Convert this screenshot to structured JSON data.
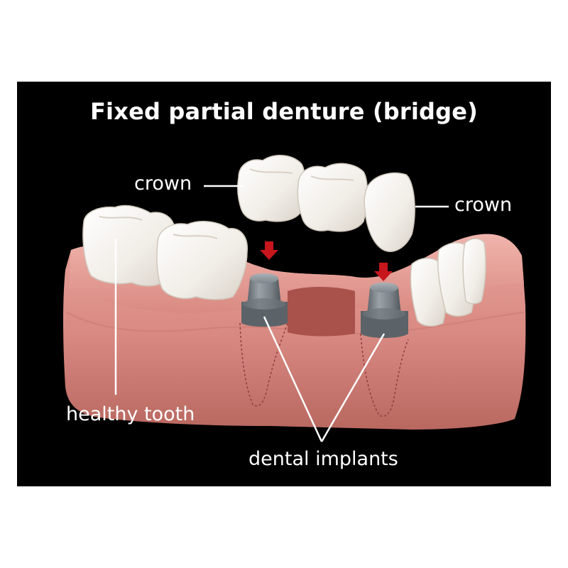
{
  "title": "Fixed partial denture (bridge)",
  "labels": {
    "crown_left": "crown",
    "crown_right": "crown",
    "healthy_tooth": "healthy tooth",
    "dental_implants": "dental implants"
  },
  "colors": {
    "background": "#000000",
    "gum": "#d98a82",
    "tooth": "#f4f1ec",
    "implant": "#7d868c",
    "arrow": "#c8161d",
    "text": "#ffffff"
  }
}
